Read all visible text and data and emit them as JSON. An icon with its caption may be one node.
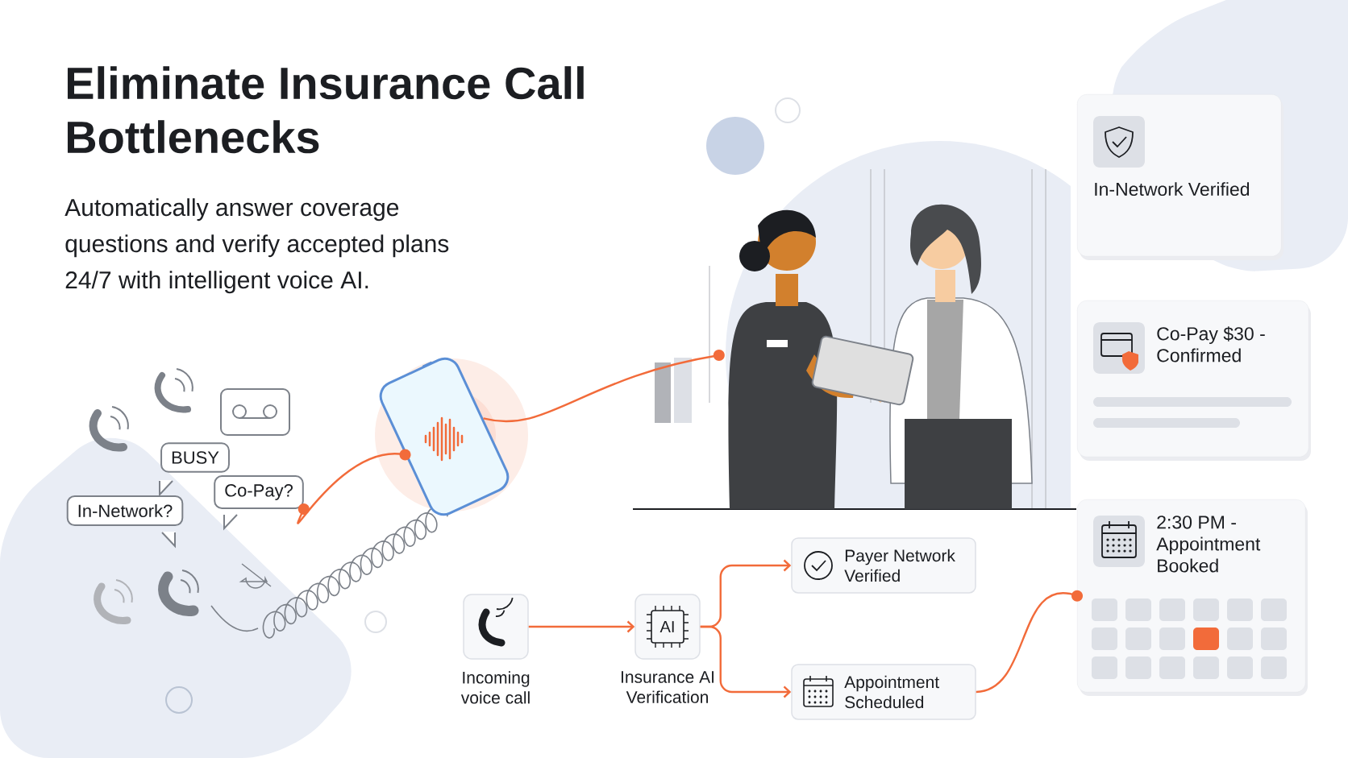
{
  "diagram": {
    "title": "Eliminate Insurance Call Bottlenecks",
    "nodes": [
      {
        "text": [
          "BUSY"
        ]
      },
      {
        "text": [
          "Co-Pay?"
        ]
      },
      {
        "text": [
          "In-Network?"
        ]
      },
      {
        "text": [],
        "shape": "picture"
      },
      {
        "text": [],
        "shape": "picture"
      },
      {
        "text": [
          "In-Network Verified"
        ]
      },
      {
        "text": [
          "Co-Pay $30 - Confirmed"
        ]
      },
      {
        "text": [
          "2:30 PM - Appointment Booked"
        ]
      },
      {
        "text": [
          "Incoming voice call"
        ]
      },
      {
        "text": [
          "AI",
          "Insurance AI Verification"
        ]
      },
      {
        "text": [
          "Payer Network Verified"
        ]
      },
      {
        "text": [
          "Appointment Scheduled"
        ]
      }
    ],
    "edges": [
      {
        "from": 1,
        "to": 3,
        "arrow": "other"
      },
      {
        "from": 3,
        "to": 4,
        "arrow": "other"
      },
      {
        "from": 8,
        "to": 9,
        "arrow": "to"
      },
      {
        "from": 9,
        "to": 10,
        "arrow": "to"
      },
      {
        "from": 9,
        "to": 11,
        "arrow": "to"
      },
      {
        "from": 11,
        "to": 7,
        "arrow": "other"
      }
    ],
    "labels": [
      "Automatically answer coverage questions and verify accepted plans 24/7 with intelligent voice AI."
    ]
  }
}
